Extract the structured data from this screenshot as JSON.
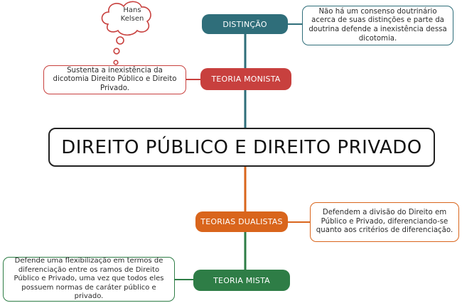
{
  "central_title": "DIREITO PÚBLICO E DIREITO PRIVADO",
  "branches": [
    {
      "label": "DISTINÇÃO",
      "color": "#2f6e7a",
      "note": "Não há um consenso doutrinário acerca de suas distinções e parte da doutrina defende a inexistência dessa dicotomia."
    },
    {
      "label": "TEORIA MONISTA",
      "color": "#c8403e",
      "note": "Sustenta a inexistência da dicotomia Direito Público e Direito Privado."
    },
    {
      "label": "TEORIAS DUALISTAS",
      "color": "#d9651c",
      "note": "Defendem a divisão do Direito em Público e Privado, diferenciando-se quanto aos critérios de diferenciação."
    },
    {
      "label": "TEORIA MISTA",
      "color": "#2e7d46",
      "note": "Defende uma flexibilização em termos de diferenciação entre os ramos de Direito Público e Privado, uma vez que todos eles possuem normas de caráter público e privado."
    }
  ],
  "thought": {
    "text": "Hans Kelsen",
    "color": "#c8403e"
  }
}
